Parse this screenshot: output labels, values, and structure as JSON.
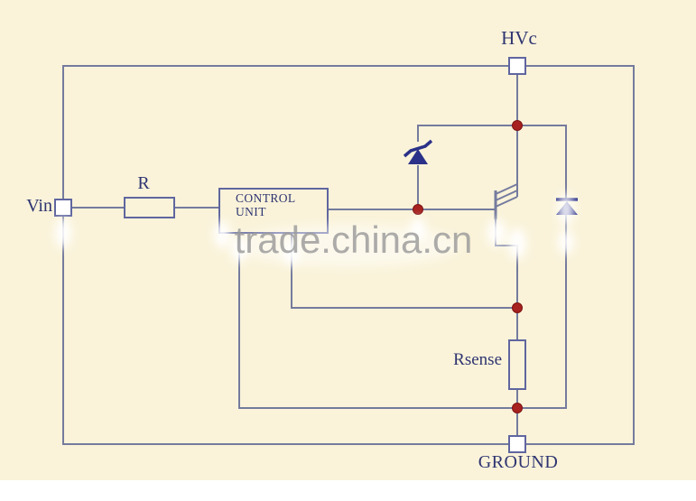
{
  "diagram": {
    "type": "circuit-schematic",
    "labels": {
      "hvc": "HVc",
      "vin": "Vin",
      "resistor": "R",
      "control_unit": "CONTROL UNIT",
      "rsense": "Rsense",
      "ground": "GROUND"
    },
    "components": [
      {
        "name": "hvc-terminal",
        "kind": "terminal-pad"
      },
      {
        "name": "vin-terminal",
        "kind": "terminal-pad"
      },
      {
        "name": "ground-terminal",
        "kind": "terminal-pad"
      },
      {
        "name": "input-resistor",
        "kind": "resistor",
        "label": "R"
      },
      {
        "name": "control-unit",
        "kind": "block",
        "label": "CONTROL UNIT"
      },
      {
        "name": "zener-diode",
        "kind": "zener-diode"
      },
      {
        "name": "power-transistor",
        "kind": "sense-fet"
      },
      {
        "name": "freewheel-diode",
        "kind": "diode"
      },
      {
        "name": "sense-resistor",
        "kind": "resistor",
        "label": "Rsense"
      }
    ],
    "junction_count": 4,
    "colors": {
      "background": "#faf3da",
      "wire": "#757b9d",
      "component_outline": "#60669f",
      "symbol_fill": "#2b3188",
      "junction_dot": "#a6211f",
      "label_text": "#2e3470",
      "watermark_text": "#9b9b9b"
    }
  },
  "watermark": {
    "text": "trade.china.cn"
  }
}
